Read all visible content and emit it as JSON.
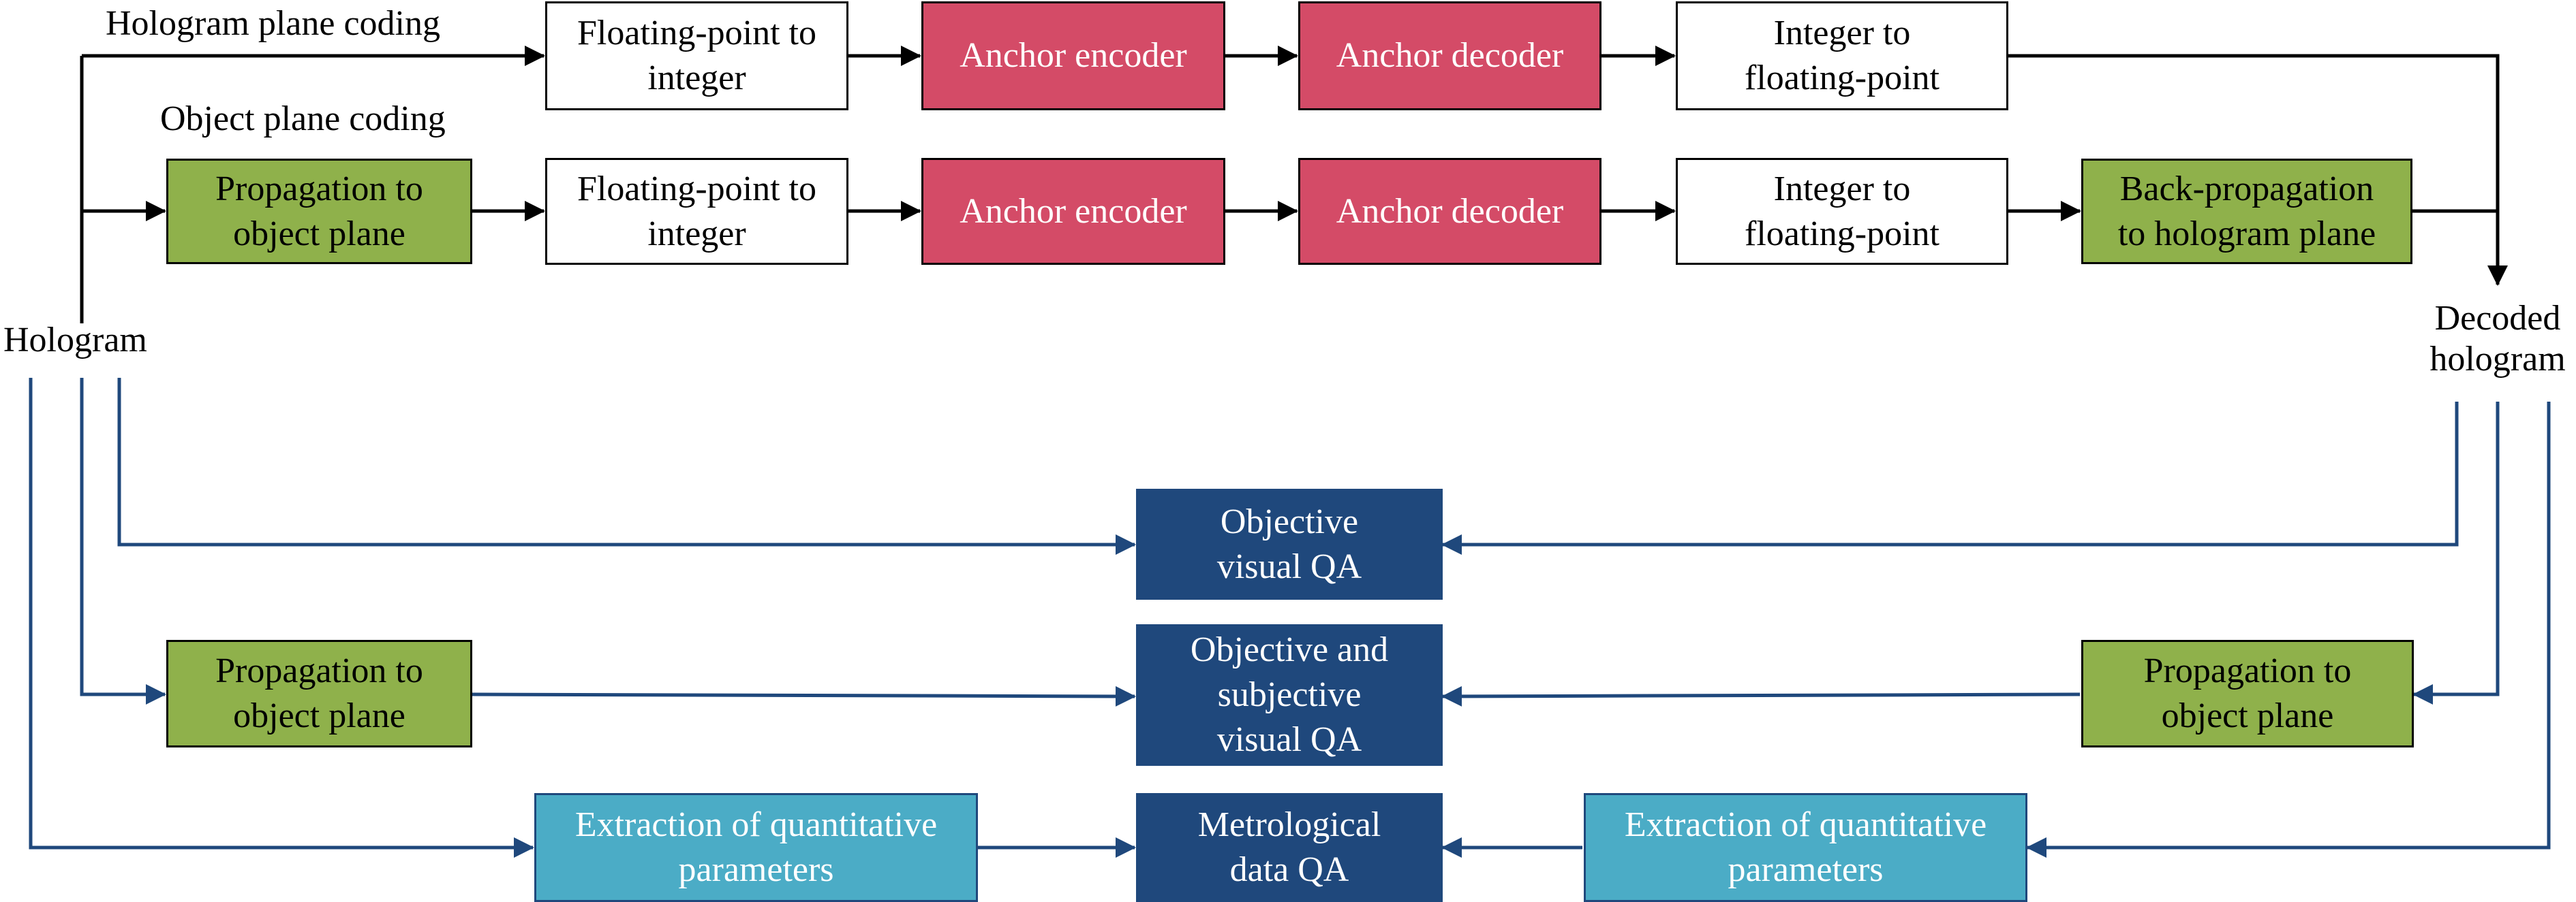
{
  "labels": {
    "hologram_plane_coding": "Hologram plane coding",
    "object_plane_coding": "Object plane coding",
    "hologram": "Hologram",
    "decoded_hologram": "Decoded\nhologram"
  },
  "row1": {
    "float_to_int": "Floating-point to\ninteger",
    "anchor_encoder": "Anchor encoder",
    "anchor_decoder": "Anchor decoder",
    "int_to_float": "Integer to\nfloating-point"
  },
  "row2": {
    "propagation": "Propagation to\nobject plane",
    "float_to_int": "Floating-point to\ninteger",
    "anchor_encoder": "Anchor encoder",
    "anchor_decoder": "Anchor decoder",
    "int_to_float": "Integer to\nfloating-point",
    "back_propagation": "Back-propagation\nto hologram plane"
  },
  "qa": {
    "objective_visual": "Objective\nvisual QA",
    "objective_subjective": "Objective and\nsubjective\nvisual QA",
    "metrological": "Metrological\ndata QA",
    "propagation_left": "Propagation to\nobject plane",
    "propagation_right": "Propagation to\nobject plane",
    "extraction_left": "Extraction of quantitative\nparameters",
    "extraction_right": "Extraction of quantitative\nparameters"
  },
  "colors": {
    "encoder_red": "#d44b67",
    "propagation_green": "#8fb14b",
    "qa_navy": "#1f487c",
    "extraction_cyan": "#4bacc6",
    "qa_arrow_blue": "#1f487c"
  }
}
